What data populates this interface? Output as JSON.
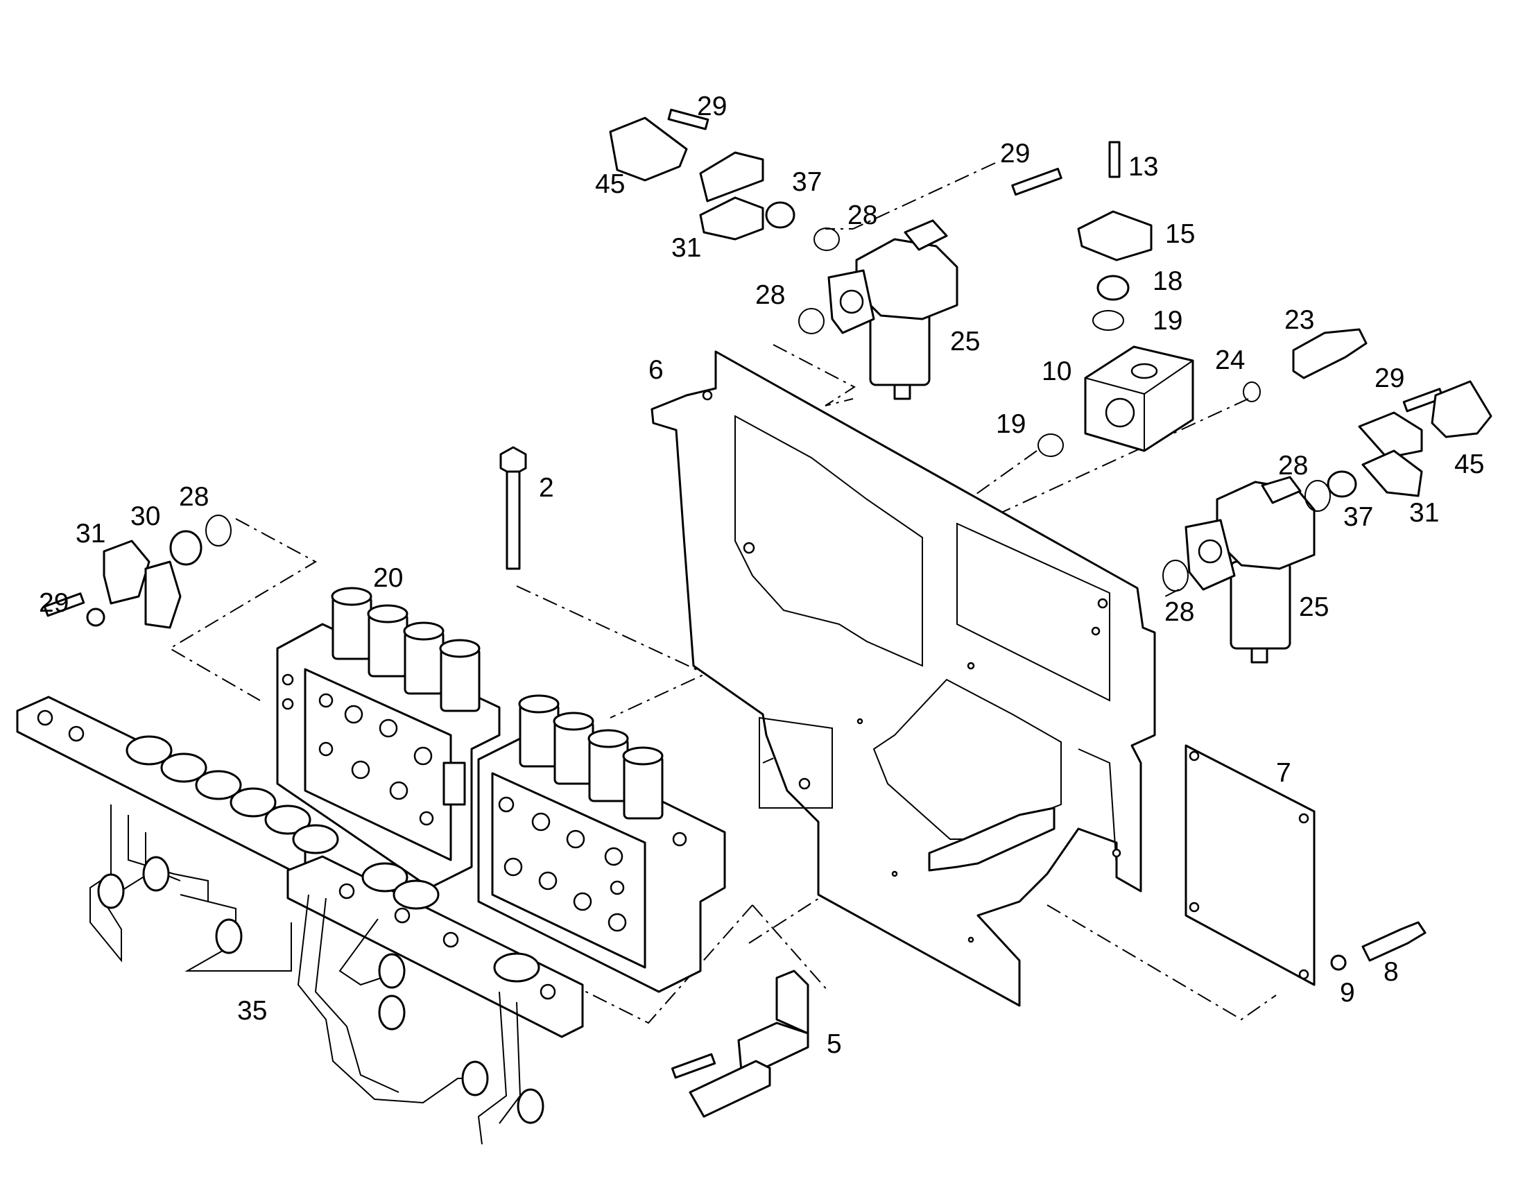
{
  "callouts": {
    "c2": "2",
    "c5": "5",
    "c6": "6",
    "c7": "7",
    "c8": "8",
    "c9": "9",
    "c10": "10",
    "c13": "13",
    "c15": "15",
    "c18": "18",
    "c19a": "19",
    "c19b": "19",
    "c20": "20",
    "c23": "23",
    "c24": "24",
    "c25a": "25",
    "c25b": "25",
    "c28a": "28",
    "c28b": "28",
    "c28c": "28",
    "c28d": "28",
    "c28e": "28",
    "c29a": "29",
    "c29b": "29",
    "c29c": "29",
    "c29d": "29",
    "c30": "30",
    "c31a": "31",
    "c31b": "31",
    "c31c": "31",
    "c35": "35",
    "c37a": "37",
    "c37b": "37",
    "c45a": "45",
    "c45b": "45"
  }
}
